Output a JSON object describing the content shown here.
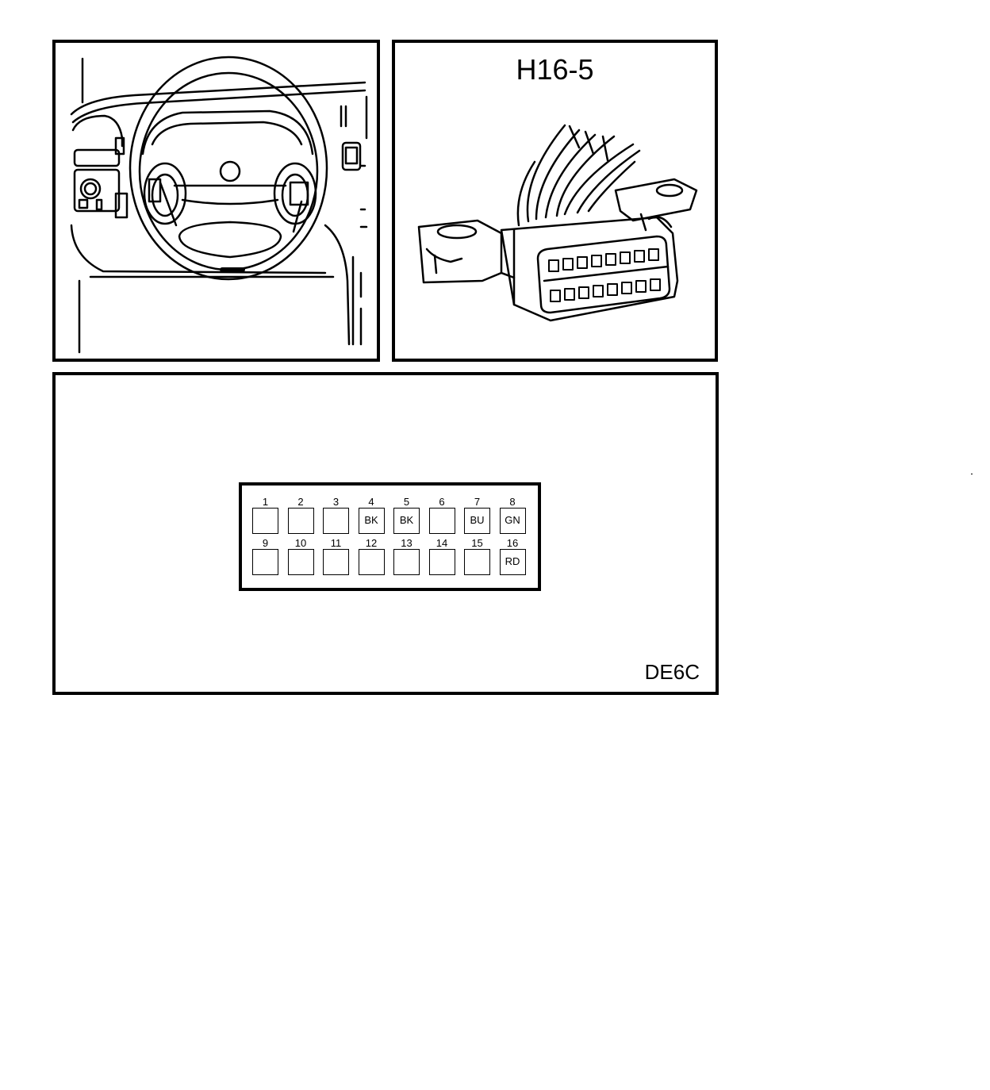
{
  "connector": {
    "id": "H16-5",
    "diagram_code": "DE6C",
    "pins": [
      {
        "number": "1",
        "color": ""
      },
      {
        "number": "2",
        "color": ""
      },
      {
        "number": "3",
        "color": ""
      },
      {
        "number": "4",
        "color": "BK"
      },
      {
        "number": "5",
        "color": "BK"
      },
      {
        "number": "6",
        "color": ""
      },
      {
        "number": "7",
        "color": "BU"
      },
      {
        "number": "8",
        "color": "GN"
      },
      {
        "number": "9",
        "color": ""
      },
      {
        "number": "10",
        "color": ""
      },
      {
        "number": "11",
        "color": ""
      },
      {
        "number": "12",
        "color": ""
      },
      {
        "number": "13",
        "color": ""
      },
      {
        "number": "14",
        "color": ""
      },
      {
        "number": "15",
        "color": ""
      },
      {
        "number": "16",
        "color": "RD"
      }
    ]
  }
}
